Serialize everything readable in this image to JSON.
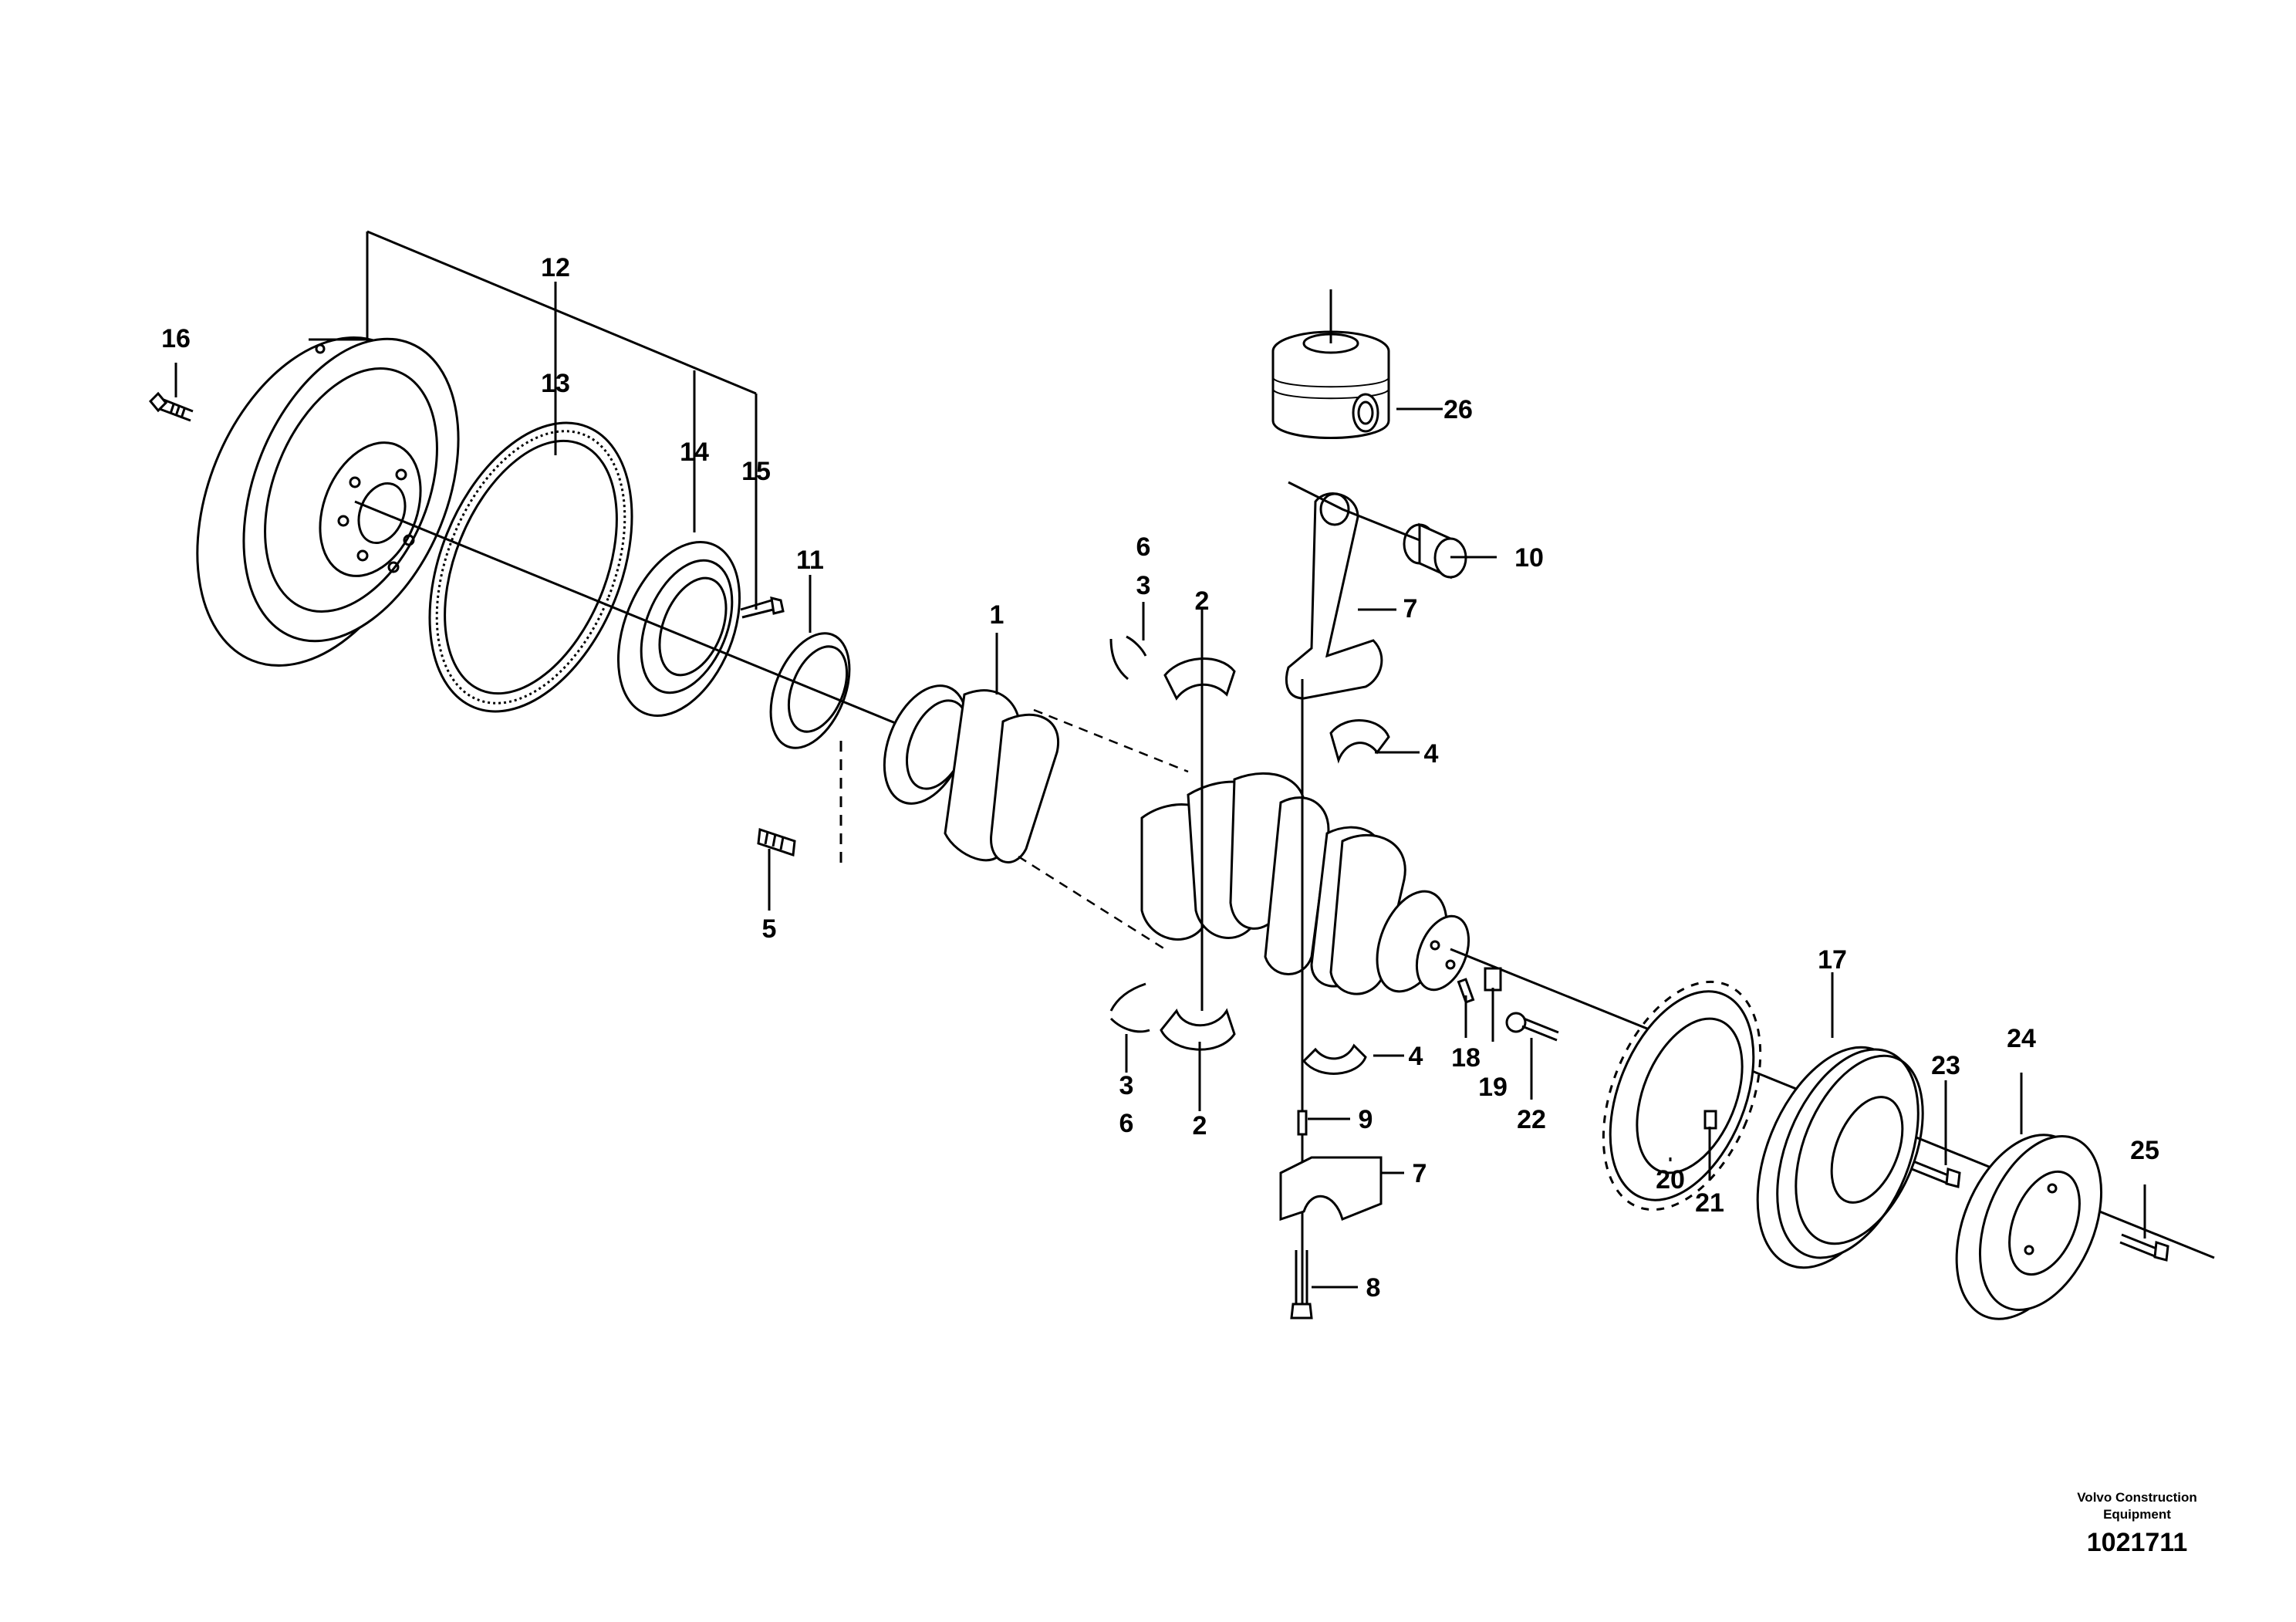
{
  "labels": {
    "l1": "1",
    "l2a": "2",
    "l2b": "2",
    "l3a": "3",
    "l3b": "3",
    "l4a": "4",
    "l4b": "4",
    "l5": "5",
    "l6a": "6",
    "l6b": "6",
    "l7a": "7",
    "l7b": "7",
    "l8": "8",
    "l9": "9",
    "l10": "10",
    "l11": "11",
    "l12": "12",
    "l13": "13",
    "l14": "14",
    "l15": "15",
    "l16": "16",
    "l17": "17",
    "l18": "18",
    "l19": "19",
    "l20": "20",
    "l21": "21",
    "l22": "22",
    "l23": "23",
    "l24": "24",
    "l25": "25",
    "l26": "26"
  },
  "footer": {
    "brand_line1": "Volvo Construction",
    "brand_line2": "Equipment",
    "doc_number": "1021711"
  }
}
